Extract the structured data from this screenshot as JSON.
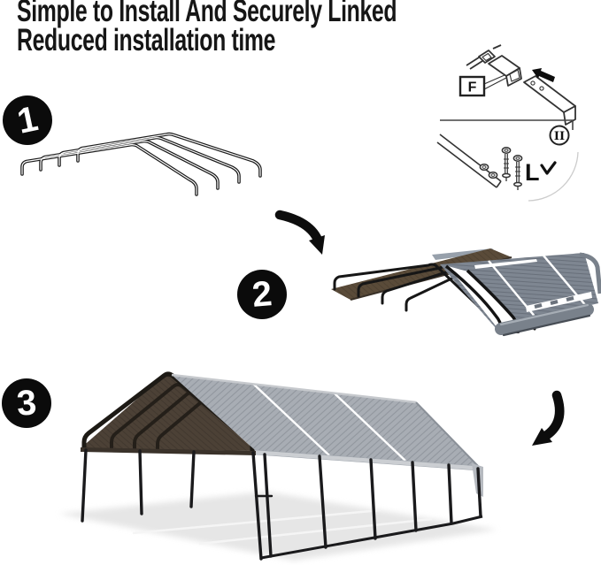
{
  "title": {
    "line1": "Simple to Install And Securely Linked",
    "line2": "Reduced installation time"
  },
  "steps": [
    {
      "number": "1"
    },
    {
      "number": "2"
    },
    {
      "number": "3"
    }
  ],
  "inset": {
    "part_label": "F",
    "roman_numeral": "II",
    "bracket_label": "L"
  },
  "colors": {
    "text": "#161616",
    "badge_black": "#0b0b0b",
    "frame_black": "#1a1a1c",
    "panel_brown": "#5a4b39",
    "gable_brown": "#4c4136",
    "panel_gray": "#7e8691",
    "roof_gray": "#a8adb4",
    "shadow": "#e0e0e0"
  }
}
